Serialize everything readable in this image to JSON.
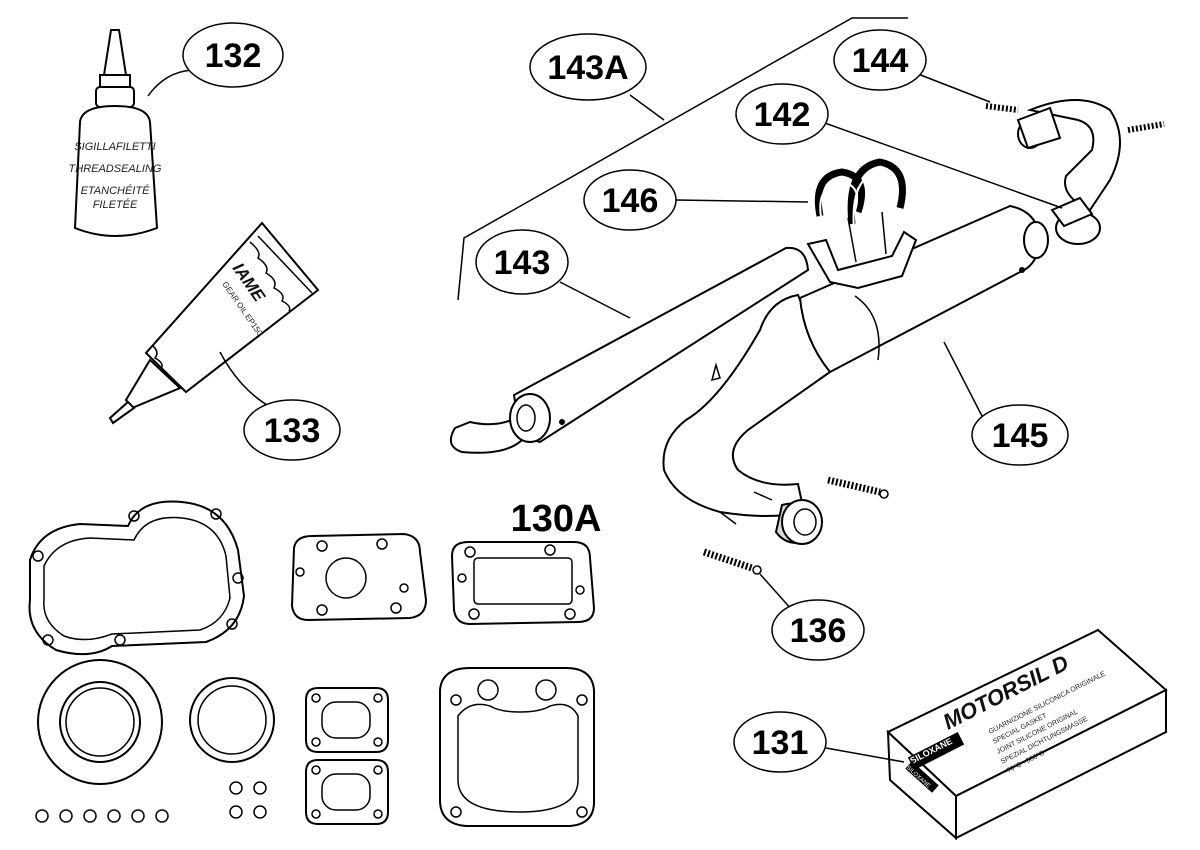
{
  "callouts": {
    "c132": "132",
    "c133": "133",
    "c143a": "143A",
    "c144": "144",
    "c142": "142",
    "c146": "146",
    "c143": "143",
    "c145": "145",
    "c136": "136",
    "c131": "131",
    "c130a": "130A"
  },
  "bottle": {
    "line1": "SIGILLAFILETTI",
    "line2": "THREADSEALING",
    "line3": "ETANCHÉITÉ",
    "line4": "FILETÉE"
  },
  "tube": {
    "brand": "IAME",
    "sub": "GEAR OIL EP150"
  },
  "box": {
    "title": "MOTORSIL D",
    "brand": "SILOXANE",
    "small1": "GUARNIZIONE SILICONICA ORIGINALE",
    "small2": "SPECIAL GASKET",
    "small3": "JOINT SILICONE ORIGINAL",
    "small4": "SPEZIAL DICHTUNGSMASSE",
    "small5": "-70°C +300°C",
    "side": "SILOXANE"
  }
}
